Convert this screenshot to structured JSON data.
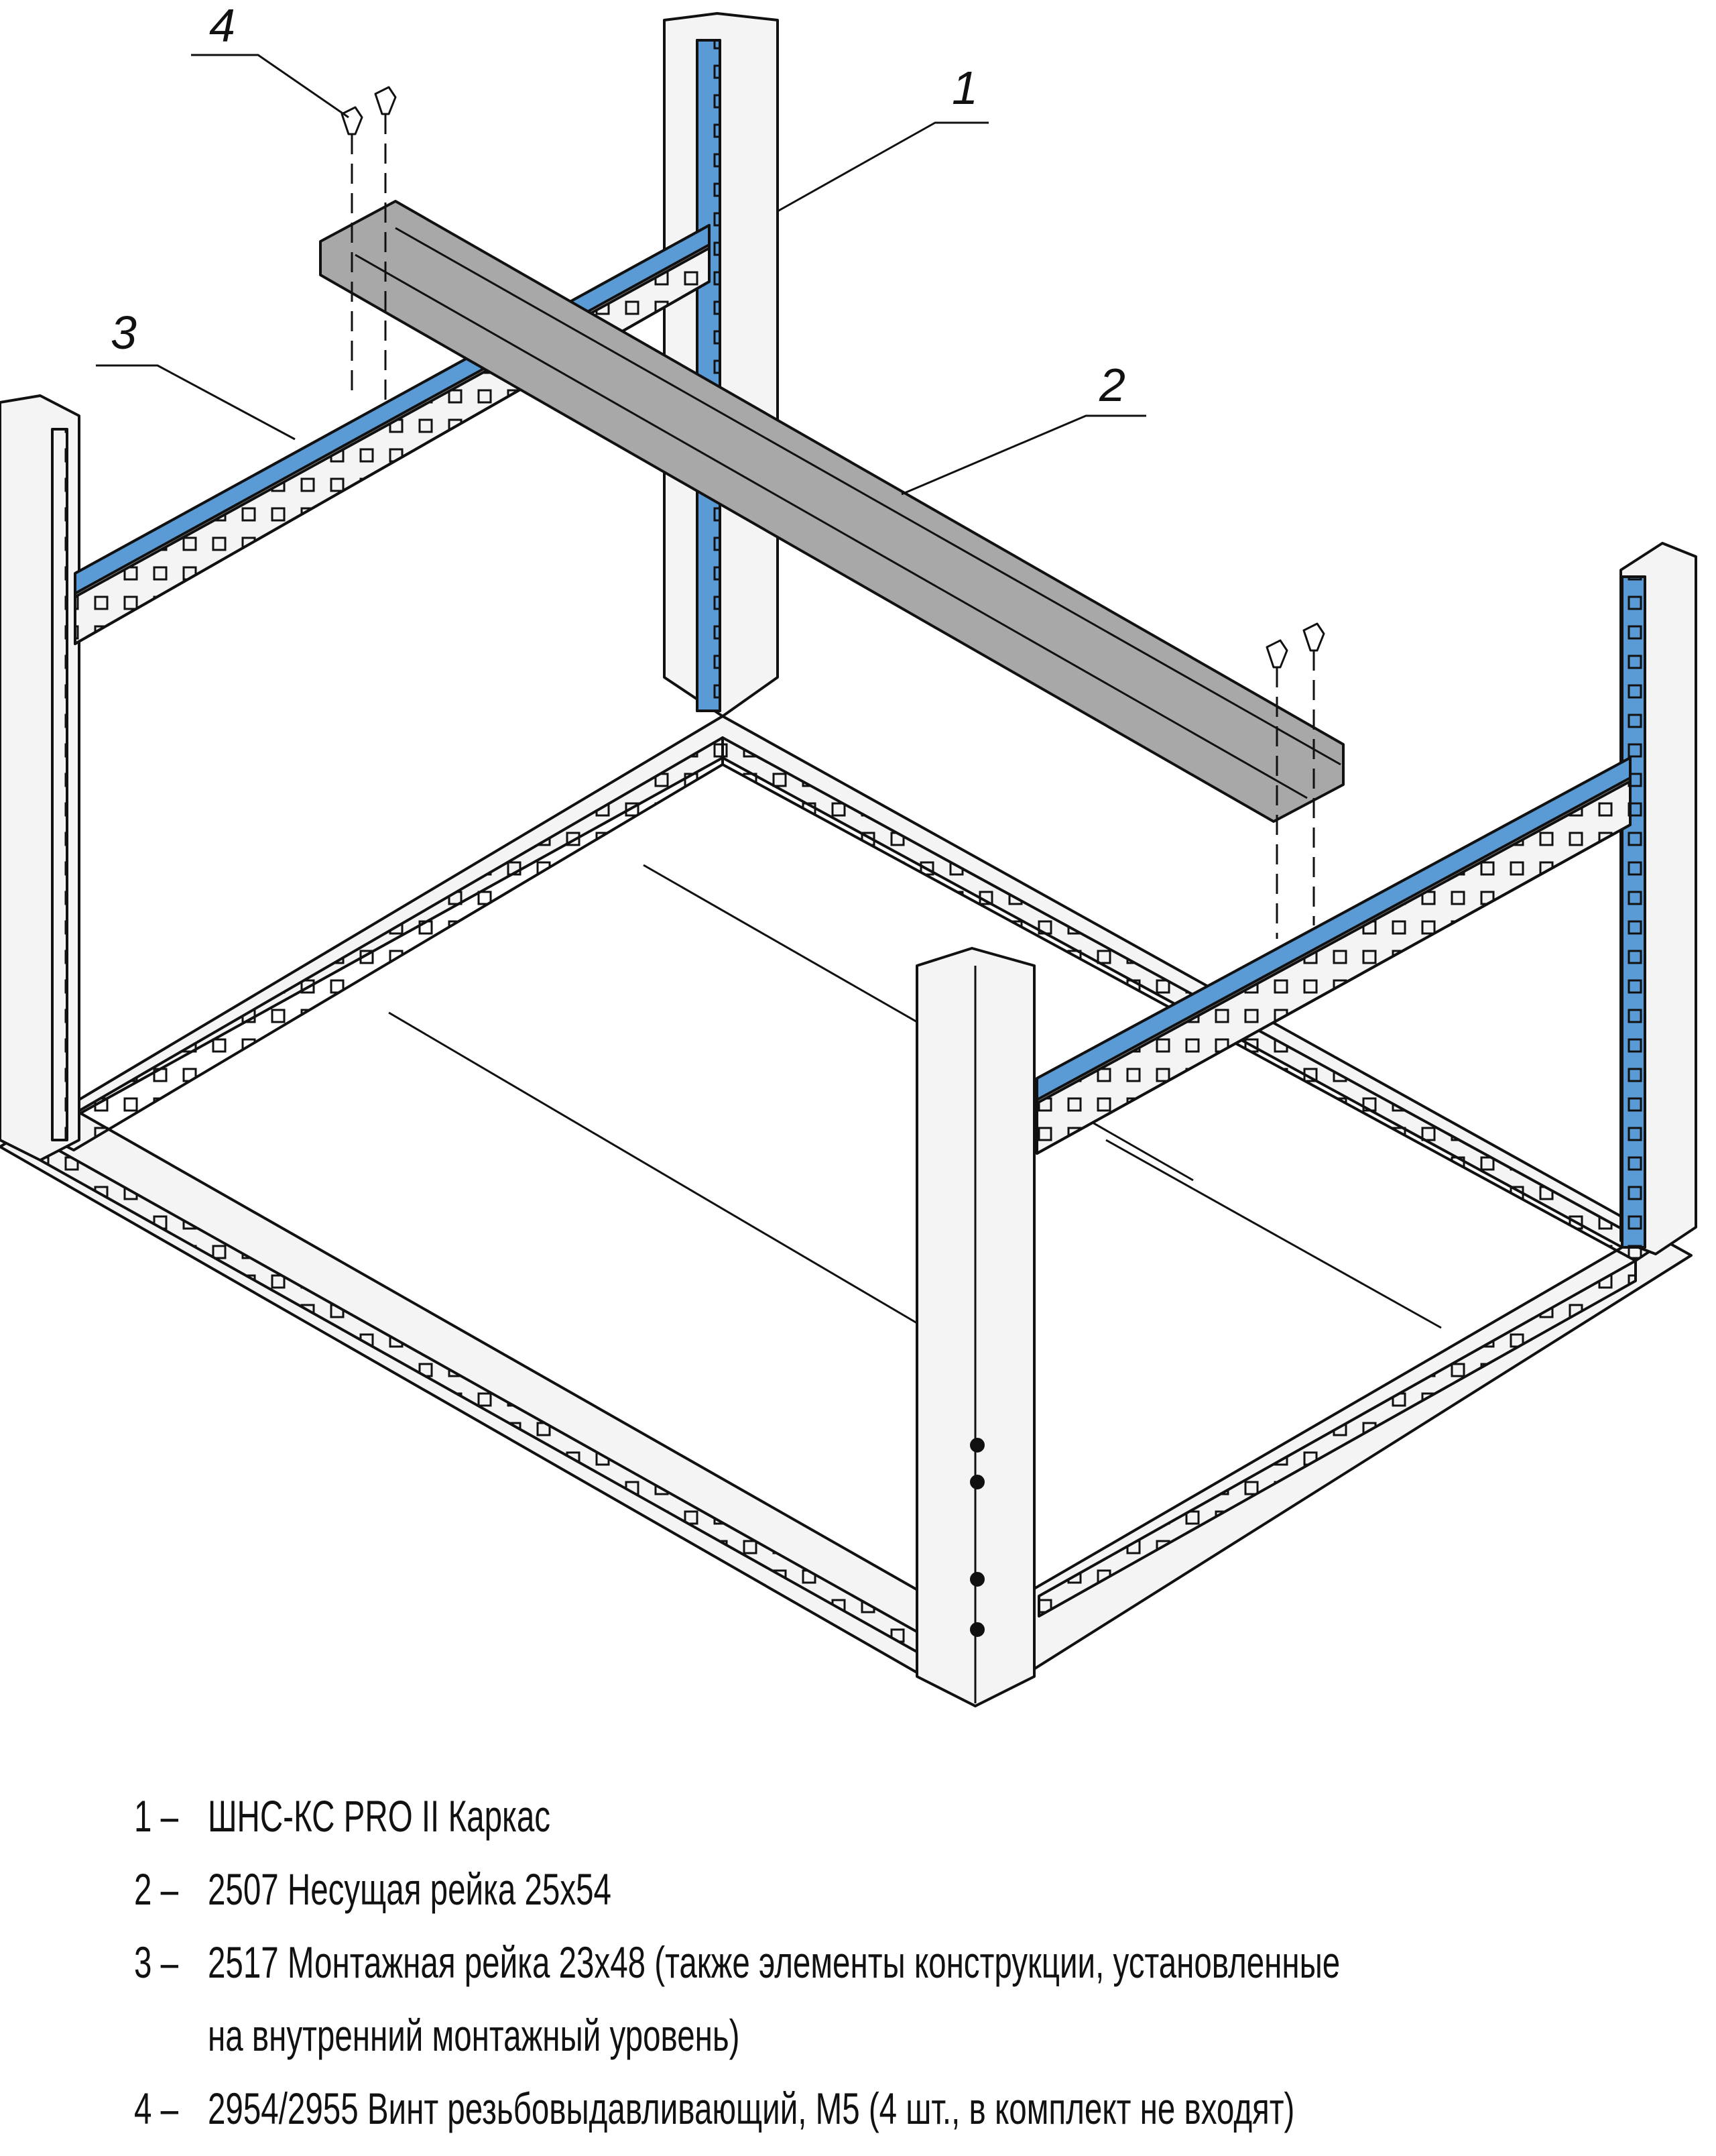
{
  "callouts": {
    "c1": "1",
    "c2": "2",
    "c3": "3",
    "c4": "4"
  },
  "legend": [
    {
      "num": "1 –",
      "text": "ШНС-КС PRO II Каркас"
    },
    {
      "num": "2 –",
      "text": "2507 Несущая рейка 25x54"
    },
    {
      "num": "3 –",
      "text": "2517 Монтажная рейка 23x48 (также элементы конструкции, установленные"
    },
    {
      "num": "",
      "text": "на внутренний монтажный уровень)"
    },
    {
      "num": "4 –",
      "text": "2954/2955 Винт резьбовыдавливающий, M5 (4 шт., в комплект не входят)"
    }
  ],
  "colors": {
    "highlight": "#5b9bd5",
    "rail": "#a8a8a8",
    "frame": "#f4f4f4",
    "line": "#111111"
  }
}
